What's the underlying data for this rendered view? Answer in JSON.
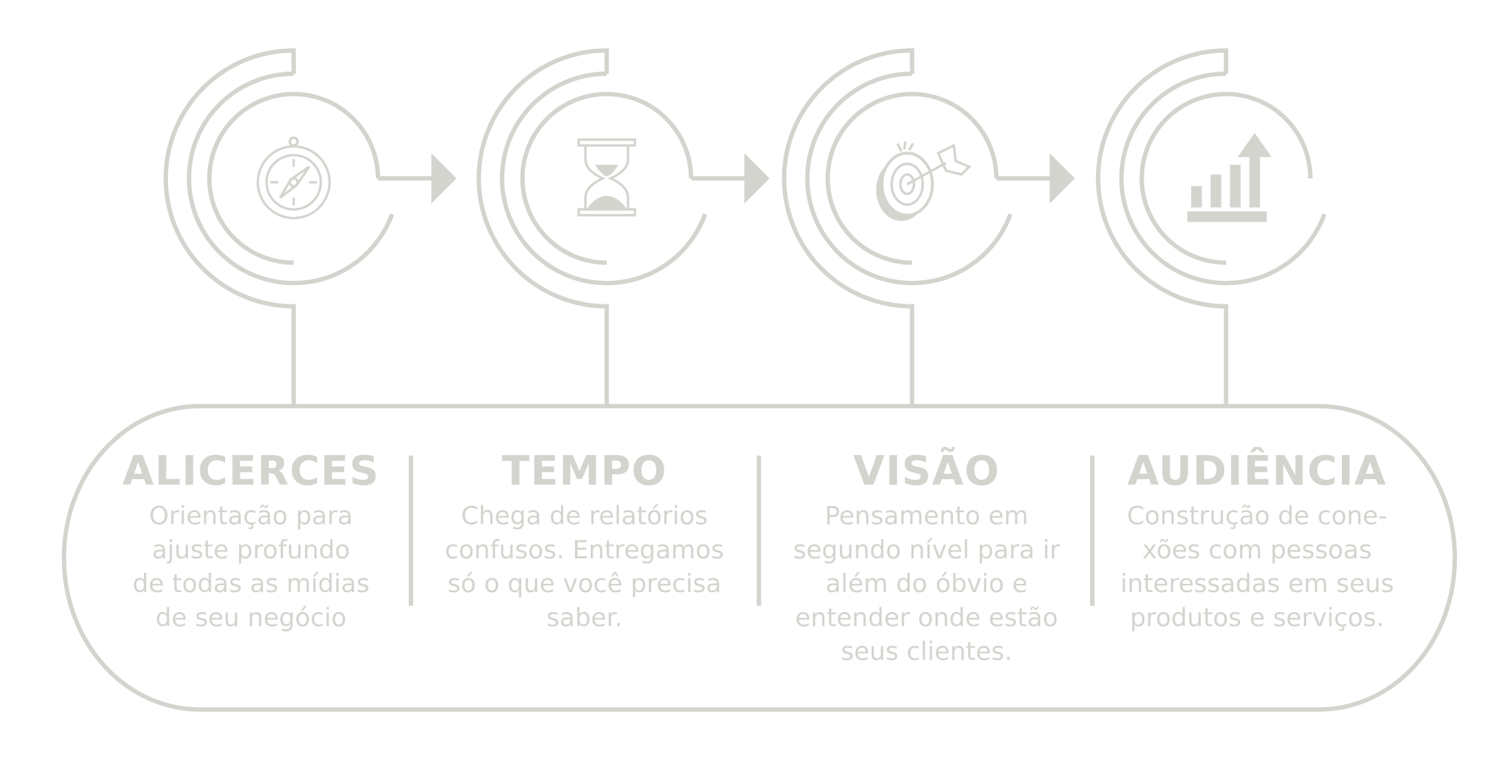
{
  "colors": {
    "line": "#d4d4cf",
    "background": "#ffffff"
  },
  "steps": [
    {
      "icon": "compass-icon",
      "title": "ALICERCES",
      "lines": [
        "Orientação para",
        "ajuste profundo",
        "de todas as mídias",
        "de seu negócio"
      ]
    },
    {
      "icon": "hourglass-icon",
      "title": "TEMPO",
      "lines": [
        "Chega de relatórios",
        "confusos. Entregamos",
        "só o que você precisa",
        "saber."
      ]
    },
    {
      "icon": "target-arrow-icon",
      "title": "VISÃO",
      "lines": [
        "Pensamento em",
        "segundo nível para ir",
        "além do óbvio e",
        "entender onde estão",
        "seus clientes."
      ]
    },
    {
      "icon": "bar-chart-growth-icon",
      "title": "AUDIÊNCIA",
      "lines": [
        "Construção de cone-",
        "xões com pessoas",
        "interessadas em seus",
        "produtos e serviços."
      ]
    }
  ]
}
